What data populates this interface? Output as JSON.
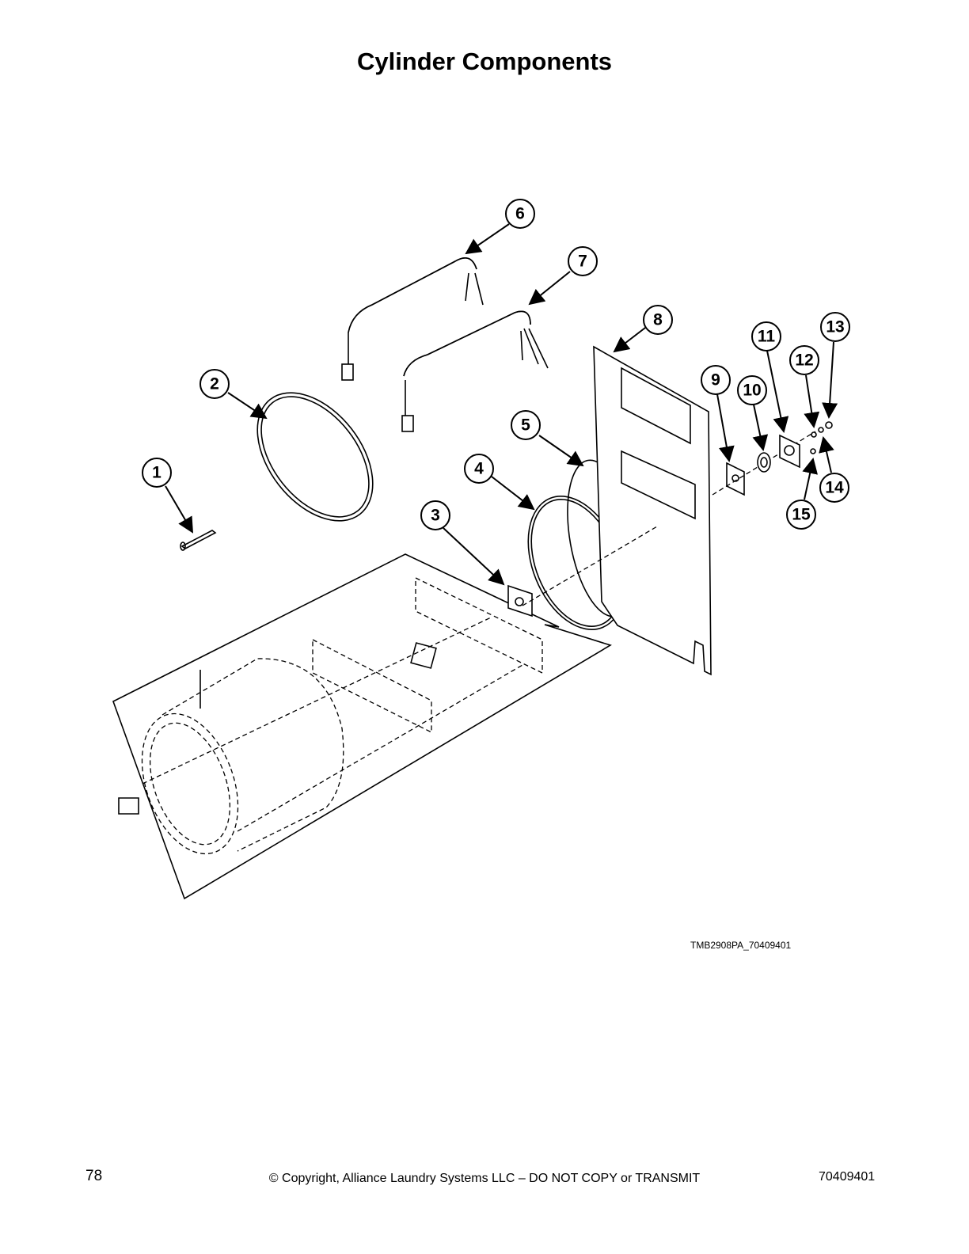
{
  "page": {
    "title": "Cylinder Components",
    "figure_code": "TMB2908PA_70409401",
    "page_number": "78",
    "copyright": "© Copyright, Alliance Laundry Systems LLC – DO NOT COPY or TRANSMIT",
    "document_number": "70409401"
  },
  "callouts": [
    {
      "label": "1"
    },
    {
      "label": "2"
    },
    {
      "label": "3"
    },
    {
      "label": "4"
    },
    {
      "label": "5"
    },
    {
      "label": "6"
    },
    {
      "label": "7"
    },
    {
      "label": "8"
    },
    {
      "label": "9"
    },
    {
      "label": "10"
    },
    {
      "label": "11"
    },
    {
      "label": "12"
    },
    {
      "label": "13"
    },
    {
      "label": "14"
    },
    {
      "label": "15"
    }
  ]
}
